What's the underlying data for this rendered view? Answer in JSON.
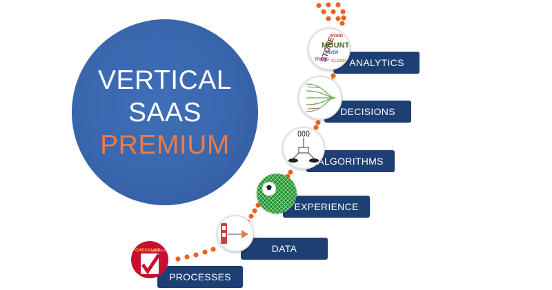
{
  "title": {
    "line1": "VERTICAL",
    "line2": "SAAS",
    "line3": "PREMIUM"
  },
  "steps": [
    {
      "label": "PROCESSES"
    },
    {
      "label": "DATA"
    },
    {
      "label": "EXPERIENCE"
    },
    {
      "label": "ALGORITHMS"
    },
    {
      "label": "DECISIONS"
    },
    {
      "label": "ANALYTICS"
    }
  ],
  "images": {
    "processes": {
      "icon": "checklist-icon",
      "text": "CHECKLIST",
      "brand": "MANIFESTO"
    },
    "data": {
      "icon": "data-flow-icon"
    },
    "experience": {
      "icon": "soccer-net-icon"
    },
    "algorithms": {
      "icon": "algorithm-diagram-icon"
    },
    "decisions": {
      "icon": "decision-tree-icon"
    },
    "analytics": {
      "icon": "word-cloud-icon",
      "words": [
        "STONE",
        "MOUNT",
        "RIVER",
        "WORD",
        "TREND",
        "CLOUD"
      ]
    }
  },
  "colors": {
    "circle": "#3a66ad",
    "label_bg": "#1e3f73",
    "accent": "#ee7b45",
    "dots": "#e8641e"
  }
}
